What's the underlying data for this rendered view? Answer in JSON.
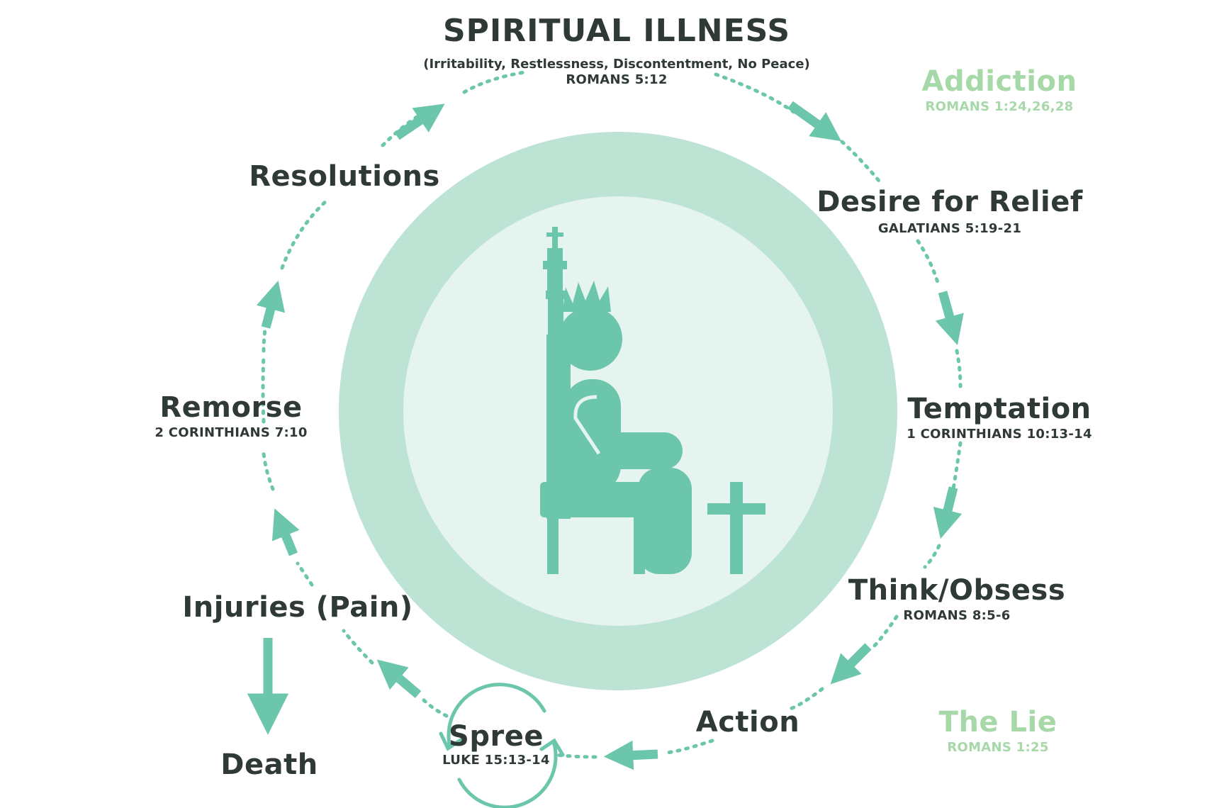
{
  "title": "SPIRITUAL ILLNESS",
  "title_subtitle": "(Irritability, Restlessness, Discontentment, No Peace)",
  "title_ref": "ROMANS 5:12",
  "side_labels": {
    "addiction": {
      "label": "Addiction",
      "ref": "ROMANS 1:24,26,28"
    },
    "the_lie": {
      "label": "The Lie",
      "ref": "ROMANS 1:25"
    }
  },
  "stages": {
    "desire": {
      "label": "Desire for Relief",
      "ref": "GALATIANS 5:19-21"
    },
    "temptation": {
      "label": "Temptation",
      "ref": "1 CORINTHIANS 10:13-14"
    },
    "think": {
      "label": "Think/Obsess",
      "ref": "ROMANS 8:5-6"
    },
    "action": {
      "label": "Action"
    },
    "spree": {
      "label": "Spree",
      "ref": "LUKE 15:13-14"
    },
    "injuries": {
      "label": "Injuries (Pain)"
    },
    "death": {
      "label": "Death"
    },
    "remorse": {
      "label": "Remorse",
      "ref": "2 CORINTHIANS 7:10"
    },
    "resolutions": {
      "label": "Resolutions"
    }
  },
  "colors": {
    "accent": "#6cc6ab",
    "ring_outer": "#bde3d5",
    "ring_inner": "#e6f4ef",
    "text": "#2f3a36",
    "light_green": "#a6d8a8"
  },
  "icons": [
    "throne-icon",
    "crowned-king-icon",
    "cross-icon",
    "cycle-arrows-icon"
  ]
}
